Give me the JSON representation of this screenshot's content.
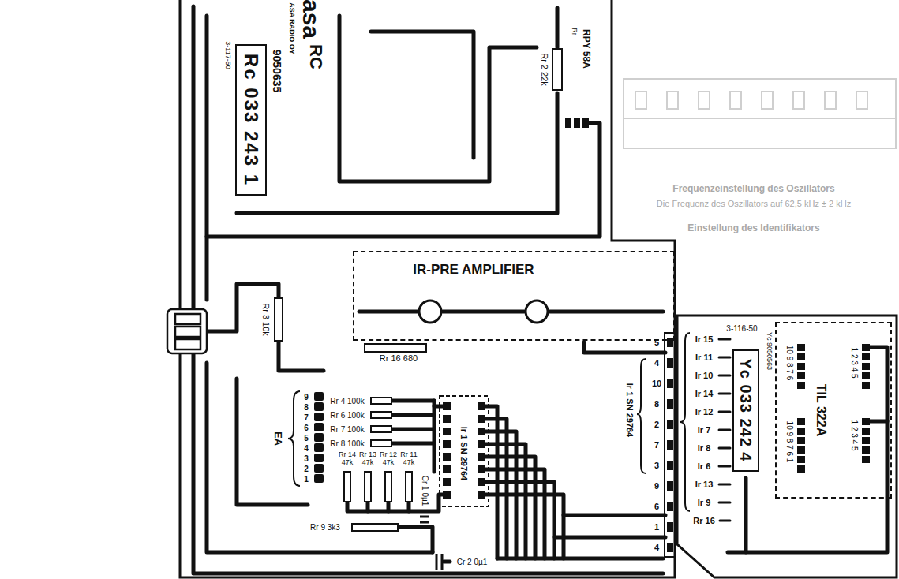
{
  "diagram": {
    "nodes": [
      {
        "text": [
          "Rc 033 243 1"
        ]
      },
      {
        "text": [
          "IR-PRE AMPLIFIER"
        ]
      },
      {
        "text": [
          "Yc 033 242 4"
        ]
      },
      {
        "text": [
          "TIL 322A"
        ]
      }
    ],
    "labels": [
      "asa",
      "ASA RADIO OY",
      "RC",
      "9050635",
      "3-117-50",
      "RPY 58A",
      "Rr",
      "Rr 2 22k",
      "Rr 16 680",
      "Rr 3 10k",
      "Rr 4 100k",
      "Rr 6 100k",
      "Rr 7 100k",
      "Rr 8 100k",
      "Rr 14 47k",
      "Rr 13 47k",
      "Rr 12 47k",
      "Rr 11 47k",
      "9",
      "8",
      "7",
      "6",
      "5",
      "4",
      "3",
      "2",
      "1",
      "EA",
      "Ir 1 SN 29764",
      "Cr 1 0µ1",
      "Rr 9 3k3",
      "Cr 2 0µ1",
      "Ir 1 SN 29764",
      "5",
      "4",
      "10",
      "8",
      "2",
      "7",
      "3",
      "9",
      "6",
      "1",
      "4",
      "3-116-50",
      "Ir 15",
      "Ir 11",
      "Ir 10",
      "Ir 14",
      "Ir 12",
      "Ir 7",
      "Ir 8",
      "Ir 6",
      "Ir 13",
      "Ir 9",
      "Rr 16",
      "Yc 9050563",
      "10 9 8 7 6",
      "1 2 3 4 5",
      "10 9 8 7 6 1",
      "1 2 3 4 5",
      "Frequenzeinstellung des Oszillators",
      "Die Frequenz des Oszillators auf 62,5 kHz ± 2 kHz",
      "Einstellung des Identifikators"
    ]
  }
}
